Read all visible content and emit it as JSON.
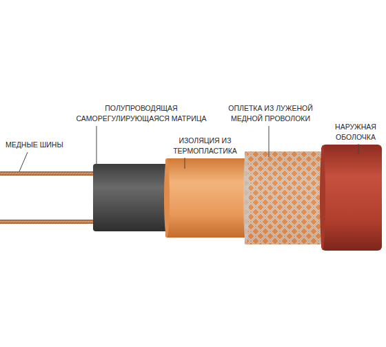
{
  "diagram": {
    "labels": [
      "МЕДНЫЕ ШИНЫ",
      "ПОЛУПРОВОДЯЩАЯ САМОРЕГУЛИРУЮЩАЯСЯ МАТРИЦА",
      "ИЗОЛЯЦИЯ ИЗ ТЕРМОПЛАСТИКА",
      "ОПЛЕТКА ИЗ ЛУЖЕНОЙ МЕДНОЙ ПРОВОЛОКИ",
      "НАРУЖНАЯ ОБОЛОЧКА"
    ]
  }
}
